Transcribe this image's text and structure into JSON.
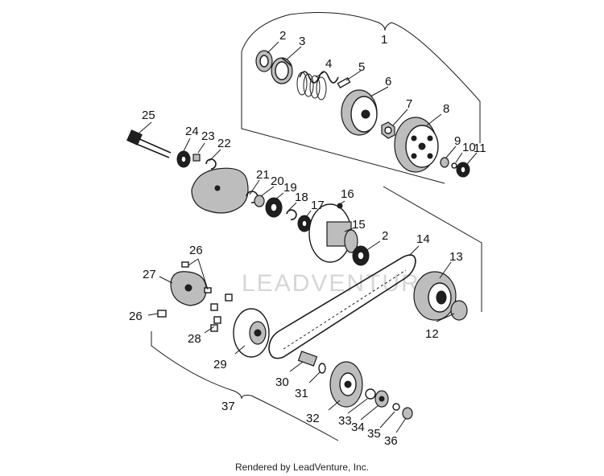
{
  "footer": "Rendered by LeadVenture, Inc.",
  "watermark": "LEADVENTURE",
  "callouts": [
    "1",
    "2",
    "3",
    "4",
    "5",
    "6",
    "7",
    "8",
    "9",
    "10",
    "11",
    "2",
    "12",
    "13",
    "14",
    "15",
    "16",
    "17",
    "18",
    "19",
    "20",
    "21",
    "22",
    "23",
    "24",
    "25",
    "26",
    "27",
    "26",
    "28",
    "29",
    "30",
    "31",
    "32",
    "33",
    "34",
    "35",
    "36",
    "37"
  ]
}
